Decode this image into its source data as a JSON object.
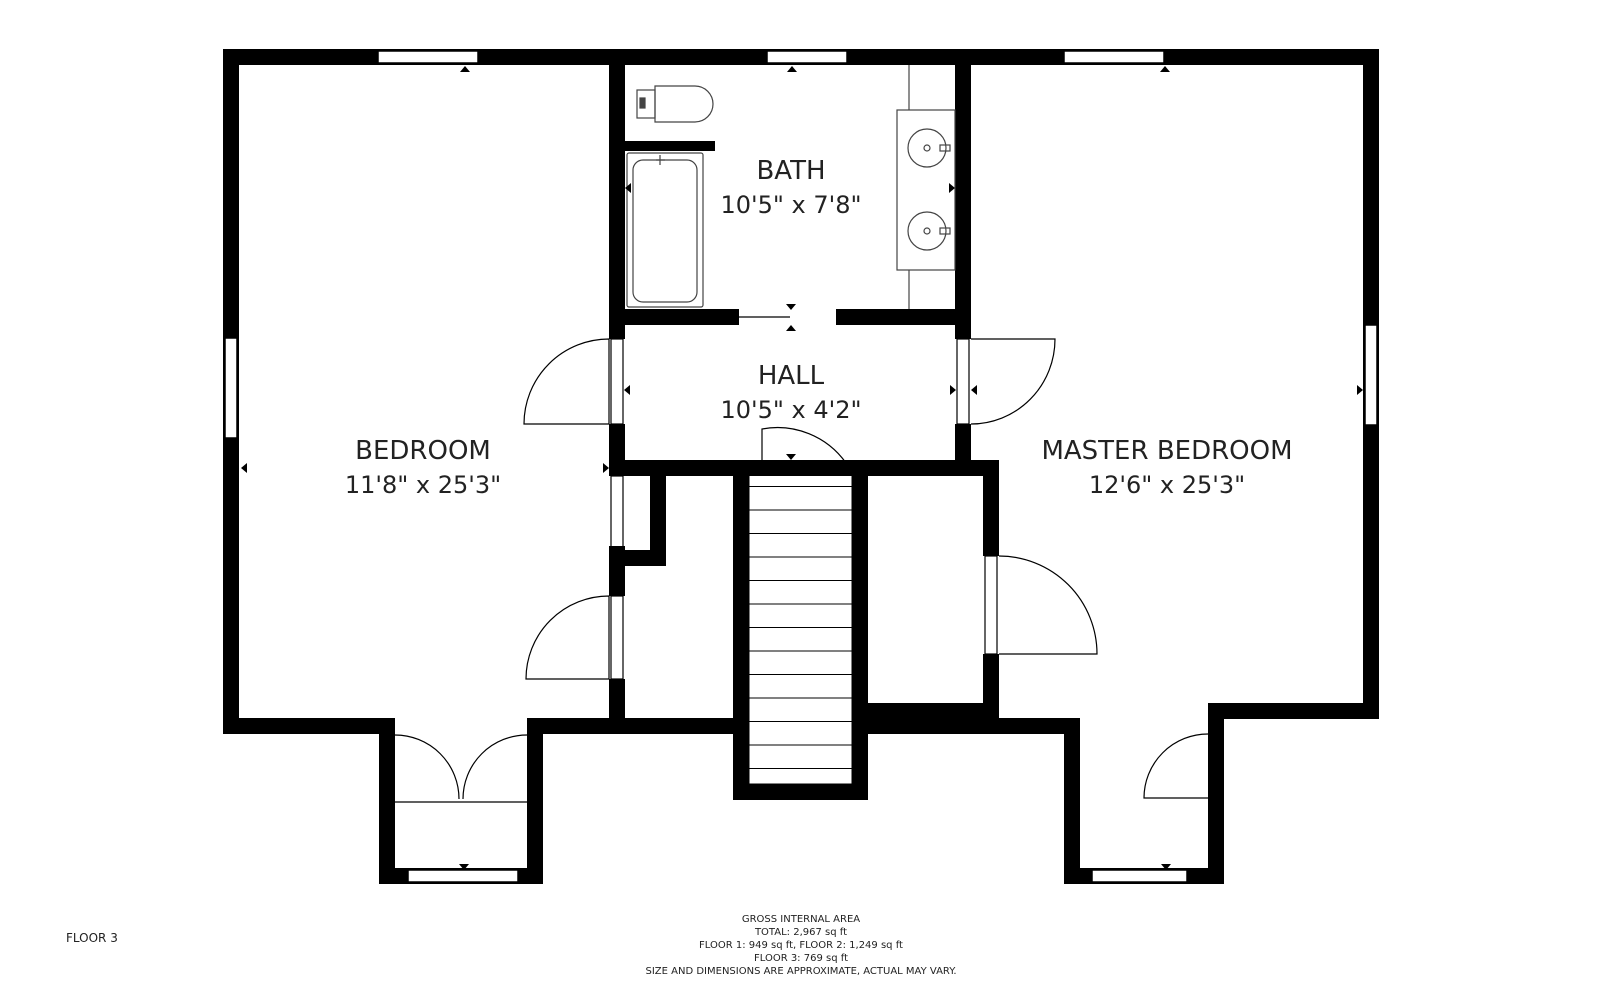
{
  "floor_label": "FLOOR 3",
  "rooms": {
    "bedroom": {
      "name": "BEDROOM",
      "dims": "11'8\" x 25'3\""
    },
    "bath": {
      "name": "BATH",
      "dims": "10'5\" x 7'8\""
    },
    "hall": {
      "name": "HALL",
      "dims": "10'5\" x 4'2\""
    },
    "master": {
      "name": "MASTER BEDROOM",
      "dims": "12'6\" x 25'3\""
    }
  },
  "area_notes": {
    "heading": "GROSS INTERNAL AREA",
    "total": "TOTAL: 2,967 sq ft",
    "floors_1_2": "FLOOR 1: 949 sq ft, FLOOR 2: 1,249 sq ft",
    "floor_3": "FLOOR 3: 769 sq ft",
    "disclaimer": "SIZE AND DIMENSIONS ARE APPROXIMATE, ACTUAL MAY VARY."
  },
  "colors": {
    "wall": "#000000",
    "background": "#ffffff",
    "fixture": "#444444"
  }
}
